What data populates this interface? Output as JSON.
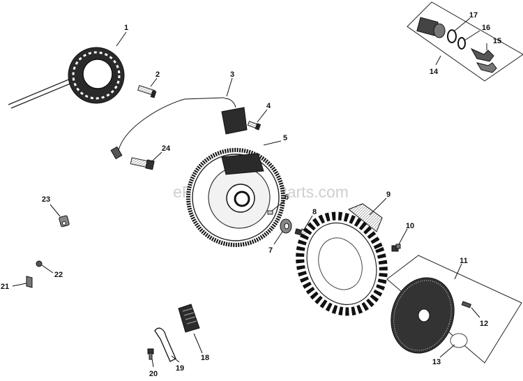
{
  "watermark": "eReplacementParts.com",
  "callouts": [
    "1",
    "2",
    "3",
    "4",
    "5",
    "6",
    "7",
    "8",
    "9",
    "10",
    "11",
    "12",
    "13",
    "14",
    "15",
    "16",
    "17",
    "18",
    "19",
    "20",
    "21",
    "22",
    "23",
    "24"
  ]
}
